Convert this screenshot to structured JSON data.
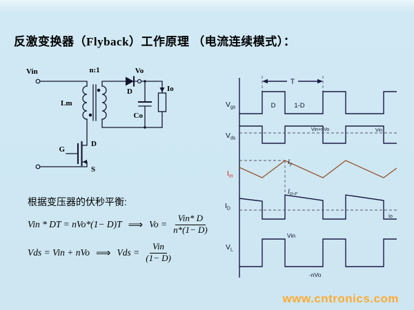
{
  "title": "反激变换器（Flyback）工作原理 （电流连续模式）：",
  "watermark": "www.cntronics.com",
  "circuit": {
    "vin": "Vin",
    "turns_ratio": "n:1",
    "magnetizing_inductance": "Lm",
    "diode": "D",
    "output_voltage": "Vo",
    "output_current": "Io",
    "output_capacitor": "Co",
    "mosfet_gate": "G",
    "mosfet_drain": "D",
    "mosfet_source": "S"
  },
  "equations": {
    "heading": "根据变压器的伏秒平衡:",
    "implies": "⟹",
    "eq1_lhs": "Vin * DT = nVo*(1− D)T",
    "eq1_lead": "Vo =",
    "eq1_num": "Vin* D",
    "eq1_den": "n*(1− D)",
    "eq2_lhs": "Vds = Vin + nVo",
    "eq2_lead": "Vds =",
    "eq2_num": "Vin",
    "eq2_den": "(1− D)"
  },
  "waveforms": {
    "period": "T",
    "vgs": {
      "base": "V",
      "sub": "gs",
      "on": "D",
      "off": "1-D"
    },
    "vds": {
      "base": "V",
      "sub": "ds",
      "high": "Vin+nVo",
      "ref": "Vin"
    },
    "im": {
      "base": "I",
      "sub": "m",
      "peak_base": "I",
      "peak_sub": "p"
    },
    "id": {
      "base": "I",
      "sub": "D",
      "peak_base": "I",
      "peak_sub": "D-P",
      "avg": "Io"
    },
    "vl": {
      "base": "V",
      "sub": "L",
      "high": "Vin",
      "low": "-nVo"
    }
  },
  "colors": {
    "background": "#cde6f2",
    "ink": "#14142e",
    "wave": "#1a1a44",
    "im_wave": "#96522a",
    "im_label": "#cc2200",
    "watermark": "#ffaa33"
  }
}
